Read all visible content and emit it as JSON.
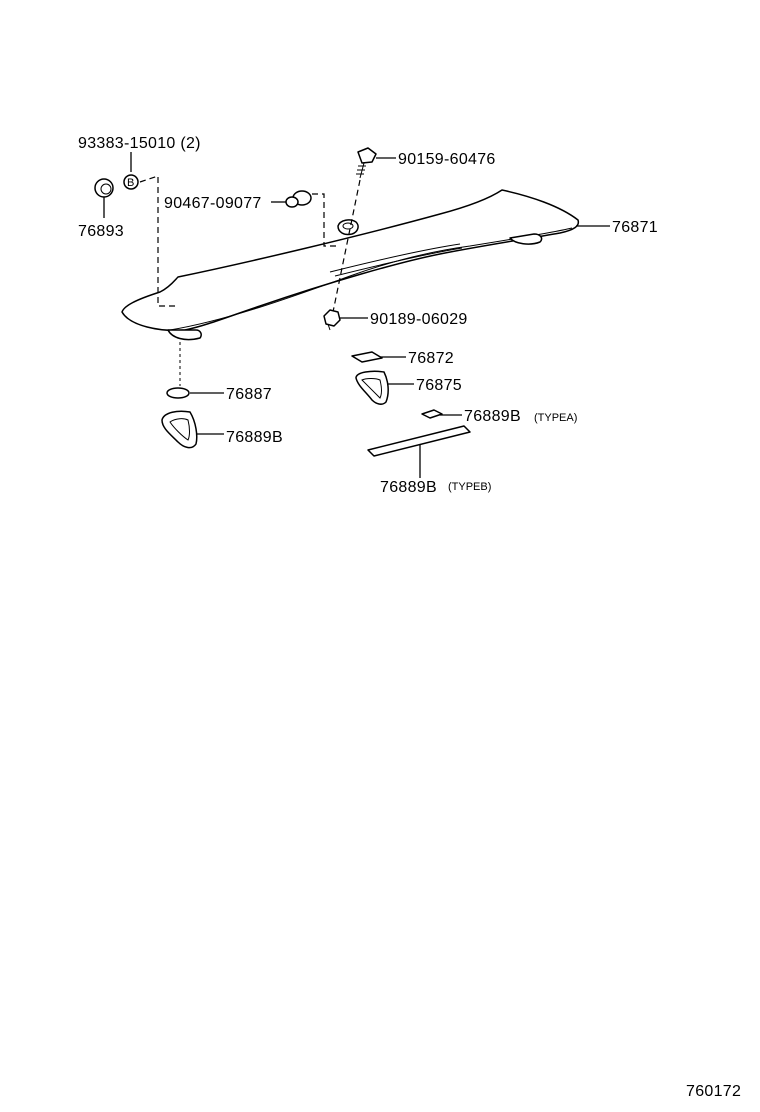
{
  "parts": {
    "p93383": "93383-15010 (2)",
    "p93383_marker": "B",
    "p76893": "76893",
    "p90467": "90467-09077",
    "p90159": "90159-60476",
    "p76871": "76871",
    "p90189": "90189-06029",
    "p76872": "76872",
    "p76875": "76875",
    "p76887": "76887",
    "p76889b": "76889B",
    "p76889b_typea": "76889B",
    "p76889b_typea_note": "(TYPEA)",
    "p76889b_typeb": "76889B",
    "p76889b_typeb_note": "(TYPEB)"
  },
  "diagram_code": "760172"
}
